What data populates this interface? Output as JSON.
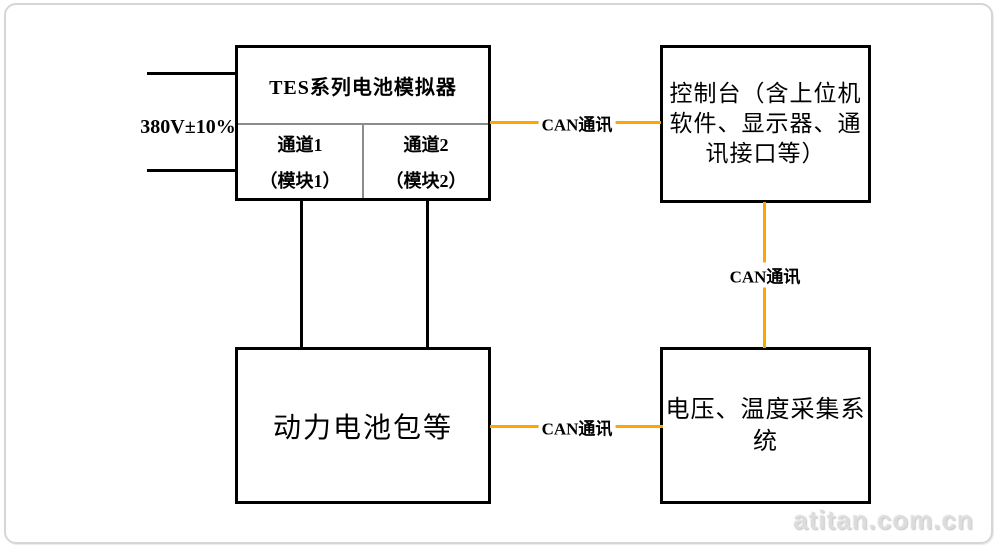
{
  "labels": {
    "input_voltage": "380V±10%",
    "watermark": "atitan.com.cn"
  },
  "blocks": {
    "simulator": {
      "title": "TES系列电池模拟器",
      "channel1": {
        "line1": "通道1",
        "line2": "（模块1）"
      },
      "channel2": {
        "line1": "通道2",
        "line2": "（模块2）"
      }
    },
    "console": {
      "line1": "控制台（含上位机",
      "line2": "软件、显示器、通",
      "line3": "讯接口等）"
    },
    "battery_pack": {
      "label": "动力电池包等"
    },
    "acquisition": {
      "line1": "电压、温度采集系",
      "line2": "统"
    }
  },
  "connectors": {
    "simulator_console": {
      "label": "CAN通讯"
    },
    "console_acquisition": {
      "label": "CAN通讯"
    },
    "battery_acquisition": {
      "label": "CAN通讯"
    }
  },
  "colors": {
    "connector_orange": "#ffa500",
    "box_border_black": "#000000",
    "inner_divider_gray": "#8c8c8c",
    "frame_border_gray": "#d6d6d6",
    "watermark_gray": "#dcdcdc"
  }
}
